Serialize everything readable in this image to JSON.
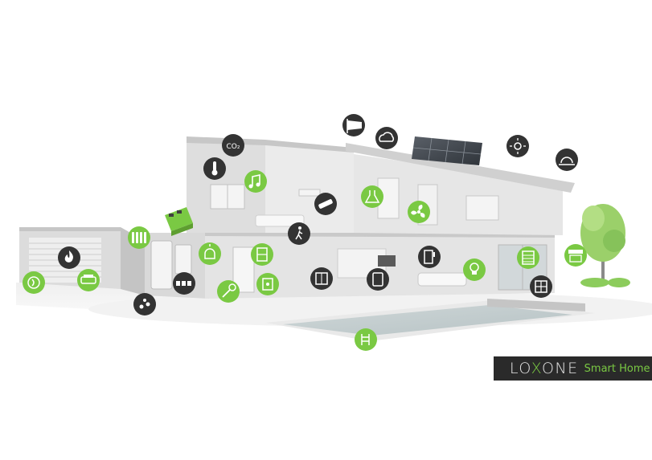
{
  "logo": {
    "brand_prefix": "LO",
    "brand_x": "X",
    "brand_suffix": "ONE",
    "tagline": "Smart Home"
  },
  "colors": {
    "accent_green": "#7ac943",
    "icon_dark": "#333333",
    "house_light": "#e9e9e9",
    "house_mid": "#d3d3d3",
    "house_dark": "#bdbdbd",
    "badge_bg": "#2a2a2a"
  },
  "icons": {
    "green": [
      "music-note-icon",
      "radiator-icon",
      "heat-pump-icon",
      "car-icon",
      "alarm-light-icon",
      "key-icon",
      "window-icon",
      "door-lock-icon",
      "flask-icon",
      "ventilation-icon",
      "light-bulb-icon",
      "shading-icon",
      "awning-icon",
      "pool-heating-icon",
      "miniserver-icon"
    ],
    "dark": [
      "thermometer-icon",
      "co2-icon",
      "wind-sock-icon",
      "weather-cloud-icon",
      "sun-icon",
      "sunrise-icon",
      "remote-control-icon",
      "motion-sensor-icon",
      "flame-icon",
      "water-drops-icon",
      "energy-meter-icon",
      "touch-switch-icon",
      "tablet-icon",
      "door-contact-icon",
      "window-frame-icon"
    ]
  }
}
